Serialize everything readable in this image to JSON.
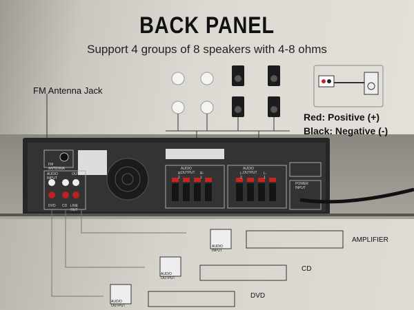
{
  "header": {
    "title": "BACK PANEL",
    "subtitle": "Support 4 groups of 8 speakers with 4-8 ohms"
  },
  "callouts": {
    "fm_antenna": "FM Antenna Jack",
    "red": "Red: Positive (+)",
    "black": "Black: Negative (-)"
  },
  "panel": {
    "fm_antenna": "FM ANTENNA",
    "audio_input": "AUDIO INPUT",
    "output": "OUTPUT",
    "dvd": "DVD",
    "cd": "CD",
    "line_out": "LINE OUT",
    "audio_output": "AUDIO OUTPUT",
    "power_input": "POWER INPUT",
    "r2": "R-2",
    "r1": "R-1",
    "l2": "L-2",
    "l1": "L-1"
  },
  "devices": {
    "amplifier": "AMPLIFIER",
    "cd": "CD",
    "dvd": "DVD",
    "audio_input_tag": "AUDIO INPUT",
    "audio_output_tag": "AUDIO OUTPUT"
  }
}
